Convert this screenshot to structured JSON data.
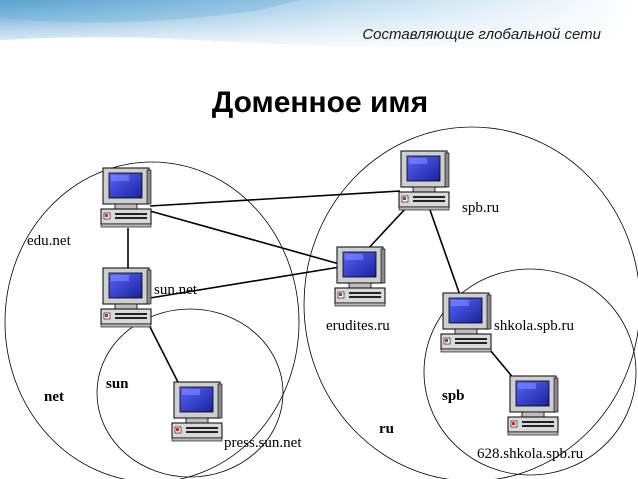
{
  "header": {
    "subtitle": "Составляющие глобальной сети",
    "title": "Доменное имя"
  },
  "zones": {
    "net": "net",
    "sun": "sun",
    "ru": "ru",
    "spb": "spb"
  },
  "nodes": {
    "edu_net": "edu.net",
    "sun_net": "sun.net",
    "press_sun_net": "press.sun.net",
    "spb_ru": "spb.ru",
    "erudites_ru": "erudites.ru",
    "shkola_spb_ru": "shkola.spb.ru",
    "shkola_628": "628.shkola.spb.ru"
  },
  "colors": {
    "header_gradient_start": "#5fa8d3",
    "header_gradient_end": "#ffffff",
    "monitor_screen": "#3344cc",
    "computer_body": "#d8d8d8",
    "link_line": "#000000"
  }
}
